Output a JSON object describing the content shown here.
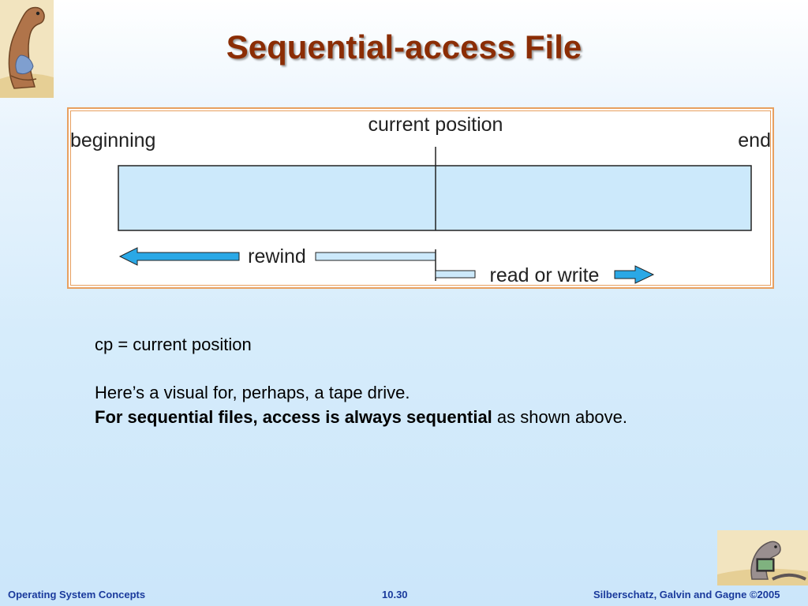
{
  "slide": {
    "title": "Sequential-access File"
  },
  "diagram": {
    "label_beginning": "beginning",
    "label_current": "current position",
    "label_end": "end",
    "label_rewind": "rewind",
    "label_read_write": "read or write",
    "colors": {
      "tape_fill": "#cce9fb",
      "arrow_fill": "#2aa8e6",
      "frame_border": "#e8a060"
    }
  },
  "body": {
    "line1": "cp = current position",
    "line2": "Here’s a visual for, perhaps, a tape drive.",
    "line3_bold": "For sequential files, access is always sequential",
    "line3_rest": " as shown above."
  },
  "footer": {
    "left": "Operating System Concepts",
    "center": "10.30",
    "right": "Silberschatz, Galvin and Gagne ©2005"
  }
}
